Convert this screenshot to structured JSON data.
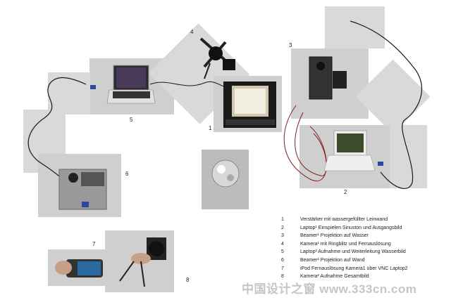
{
  "device_numbers": {
    "amplifier": "1",
    "laptop_1": "2",
    "beamer_1": "3",
    "camera_1": "4",
    "laptop_2": "5",
    "beamer_2": "6",
    "ipod": "7",
    "camera_2": "8"
  },
  "legend": [
    {
      "num": "1",
      "text": "Verstärker mit wassergefüllter Leinwand"
    },
    {
      "num": "2",
      "text": "Laptop¹ Einspielen Sinuston und Ausgangsbild"
    },
    {
      "num": "3",
      "text": "Beamer¹ Projektion auf Wasser"
    },
    {
      "num": "4",
      "text": "Kamera¹ mit Ringblitz und Fernauslösung"
    },
    {
      "num": "5",
      "text": "Laptop² Aufnahme und Weiterleitung Wasserbild"
    },
    {
      "num": "6",
      "text": "Beamer² Projektion auf Wand"
    },
    {
      "num": "7",
      "text": "iPod Fernauslösung Kamera1 über VNC Laptop2"
    },
    {
      "num": "8",
      "text": "Kamera² Aufnahme Gesamtbild"
    }
  ],
  "watermark": "中国设计之窗 www.333cn.com",
  "colors": {
    "cable": "#1a1a1a",
    "red_cable": "#8a1c1c",
    "photo_bg": "#cfcfcf"
  }
}
